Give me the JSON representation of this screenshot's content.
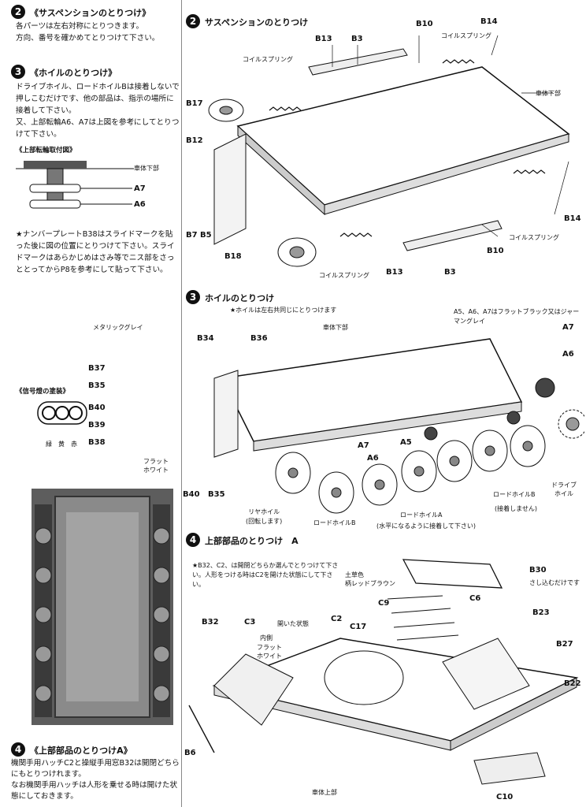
{
  "left": {
    "s2": {
      "num": "2",
      "title": "《サスペンションのとりつけ》",
      "body": "各パーツは左右対称にとりつきます。\n方向、番号を確かめてとりつけて下さい。"
    },
    "s3": {
      "num": "3",
      "title": "《ホイルのとりつけ》",
      "body": "ドライブホイル、ロードホイルBは接着しないで押しこむだけです、他の部品は、指示の場所に接着して下さい。\n又、上部転輪A6、A7は上図を参考にしてとりつけて下さい。"
    },
    "idler_fig": {
      "title": "《上部転輪取付図》",
      "hull": "車体下部",
      "a7": "A7",
      "a6": "A6"
    },
    "plate_note": "★ナンバープレートB38はスライドマークを貼った後に図の位置にとりつけて下さい。スライドマークはあらかじめはさみ等でニス部をさっととってからP8を参考にして貼って下さい。",
    "signal": {
      "title": "《信号燈の塗装》",
      "colors": [
        "緑",
        "黄",
        "赤"
      ]
    },
    "s4": {
      "num": "4",
      "title": "《上部部品のとりつけA》",
      "body": "機関手用ハッチC2と操縦手用窓B32は開閉どちらにもとりつけれます。\nなお機関手用ハッチは人形を乗せる時は開けた状態にしておきます。"
    }
  },
  "panel2": {
    "num": "2",
    "title": "サスペンションのとりつけ",
    "labels": {
      "b13a": "B13",
      "b3a": "B3",
      "b10a": "B10",
      "coil_a": "コイルスプリング",
      "b14a": "B14",
      "coil_b": "コイルスプリング",
      "hull": "車体下部",
      "b17": "B17",
      "b12": "B12",
      "b14b": "B14",
      "b7b5": "B7 B5",
      "coil_c": "コイルスプリング",
      "b10b": "B10",
      "b18": "B18",
      "coil_d": "コイルスプリング",
      "b13b": "B13",
      "b3b": "B3"
    }
  },
  "panel3": {
    "num": "3",
    "title": "ホイルのとりつけ",
    "subtitle": "★ホイルは左右共同じにとりつけます",
    "paint_note": "A5、A6、A7はフラットブラック又はジャーマングレイ",
    "labels": {
      "metallic": "メタリックグレイ",
      "b34": "B34",
      "b36": "B36",
      "hull": "車体下部",
      "a7": "A7",
      "a6": "A6",
      "b37": "B37",
      "b35a": "B35",
      "b40a": "B40",
      "b39": "B39",
      "b38": "B38",
      "flat_white": "フラット\nホワイト",
      "b40b": "B40",
      "b35b": "B35",
      "a7b": "A7",
      "a6b": "A6",
      "a5": "A5",
      "drive": "ドライブ\nホイル",
      "idler": "リヤホイル\n(回転します)",
      "rwb": "ロードホイルB",
      "rwa": "ロードホイルA",
      "rwa_note": "(水平になるように接着して下さい)",
      "rwb2": "ロードホイルB",
      "rwb2_note": "(接着しません)"
    }
  },
  "panel4": {
    "num": "4",
    "title": "上部部品のとりつけ　A",
    "note": "★B32、C2、は開閉どちらか選んでとりつけて下さい。人形をつける時はC2を開けた状態にして下さい。",
    "labels": {
      "b30": "B30",
      "b30_note": "さし込むだけです",
      "earth": "土草色\n柄レッドブラウン",
      "c9": "C9",
      "c6": "C6",
      "b32": "B32",
      "c3": "C3",
      "open": "開いた状態",
      "inner": "内側",
      "flat_white": "フラット\nホワイト",
      "c2": "C2",
      "c17": "C17",
      "b23": "B23",
      "b27": "B27",
      "b22": "B22",
      "b6": "B6",
      "hull_upper": "車体上部",
      "c10": "C10"
    }
  }
}
